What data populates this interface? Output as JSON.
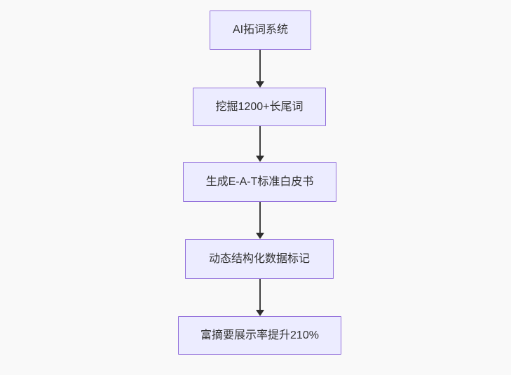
{
  "page": {
    "background_color": "#f9f9f9"
  },
  "flowchart": {
    "type": "vertical-flow-diagram",
    "direction": "top-down",
    "node_fill_color": "#ececff",
    "node_border_color": "#9370db",
    "node_text_color": "#333333",
    "arrow_color": "#333333",
    "nodes": [
      {
        "id": "n0",
        "label": "AI拓词系统"
      },
      {
        "id": "n1",
        "label": "挖掘1200+长尾词"
      },
      {
        "id": "n2",
        "label": "生成E-A-T标准白皮书"
      },
      {
        "id": "n3",
        "label": "动态结构化数据标记"
      },
      {
        "id": "n4",
        "label": "富摘要展示率提升210%"
      }
    ],
    "edges": [
      {
        "from": "n0",
        "to": "n1"
      },
      {
        "from": "n1",
        "to": "n2"
      },
      {
        "from": "n2",
        "to": "n3"
      },
      {
        "from": "n3",
        "to": "n4"
      }
    ]
  }
}
